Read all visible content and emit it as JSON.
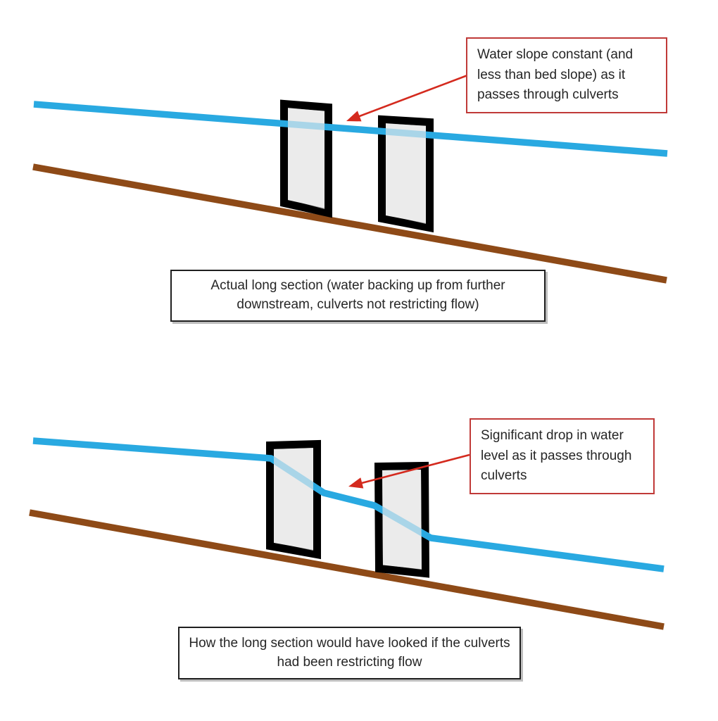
{
  "title": "Culvert long-section comparison diagram",
  "colors": {
    "background": "#FFFFFF",
    "water": "#29A9E1",
    "bed": "#8E4A17",
    "culvert_fill": "#EBEBEB",
    "culvert_glass": "rgba(235,235,235,0.66)",
    "culvert_border": "#000000",
    "callout_border": "#C03A38",
    "arrow": "#D42A1E",
    "caption_border": "#1F1F1F",
    "text": "#262626"
  },
  "sections": [
    {
      "name": "actual-long-section",
      "callout": "Water slope constant (and less than bed slope) as it passes through culverts",
      "caption": "Actual long section (water backing up from further downstream, culverts not restricting flow)",
      "elements": [
        "water-surface-line",
        "bed-line",
        "culvert-1",
        "culvert-2",
        "callout-arrow"
      ]
    },
    {
      "name": "hypothetical-long-section",
      "callout": "Significant drop in water level as it passes through culverts",
      "caption": "How the long section would have looked if the culverts had been restricting flow",
      "elements": [
        "water-surface-line",
        "bed-line",
        "culvert-1",
        "culvert-2",
        "callout-arrow"
      ]
    }
  ]
}
